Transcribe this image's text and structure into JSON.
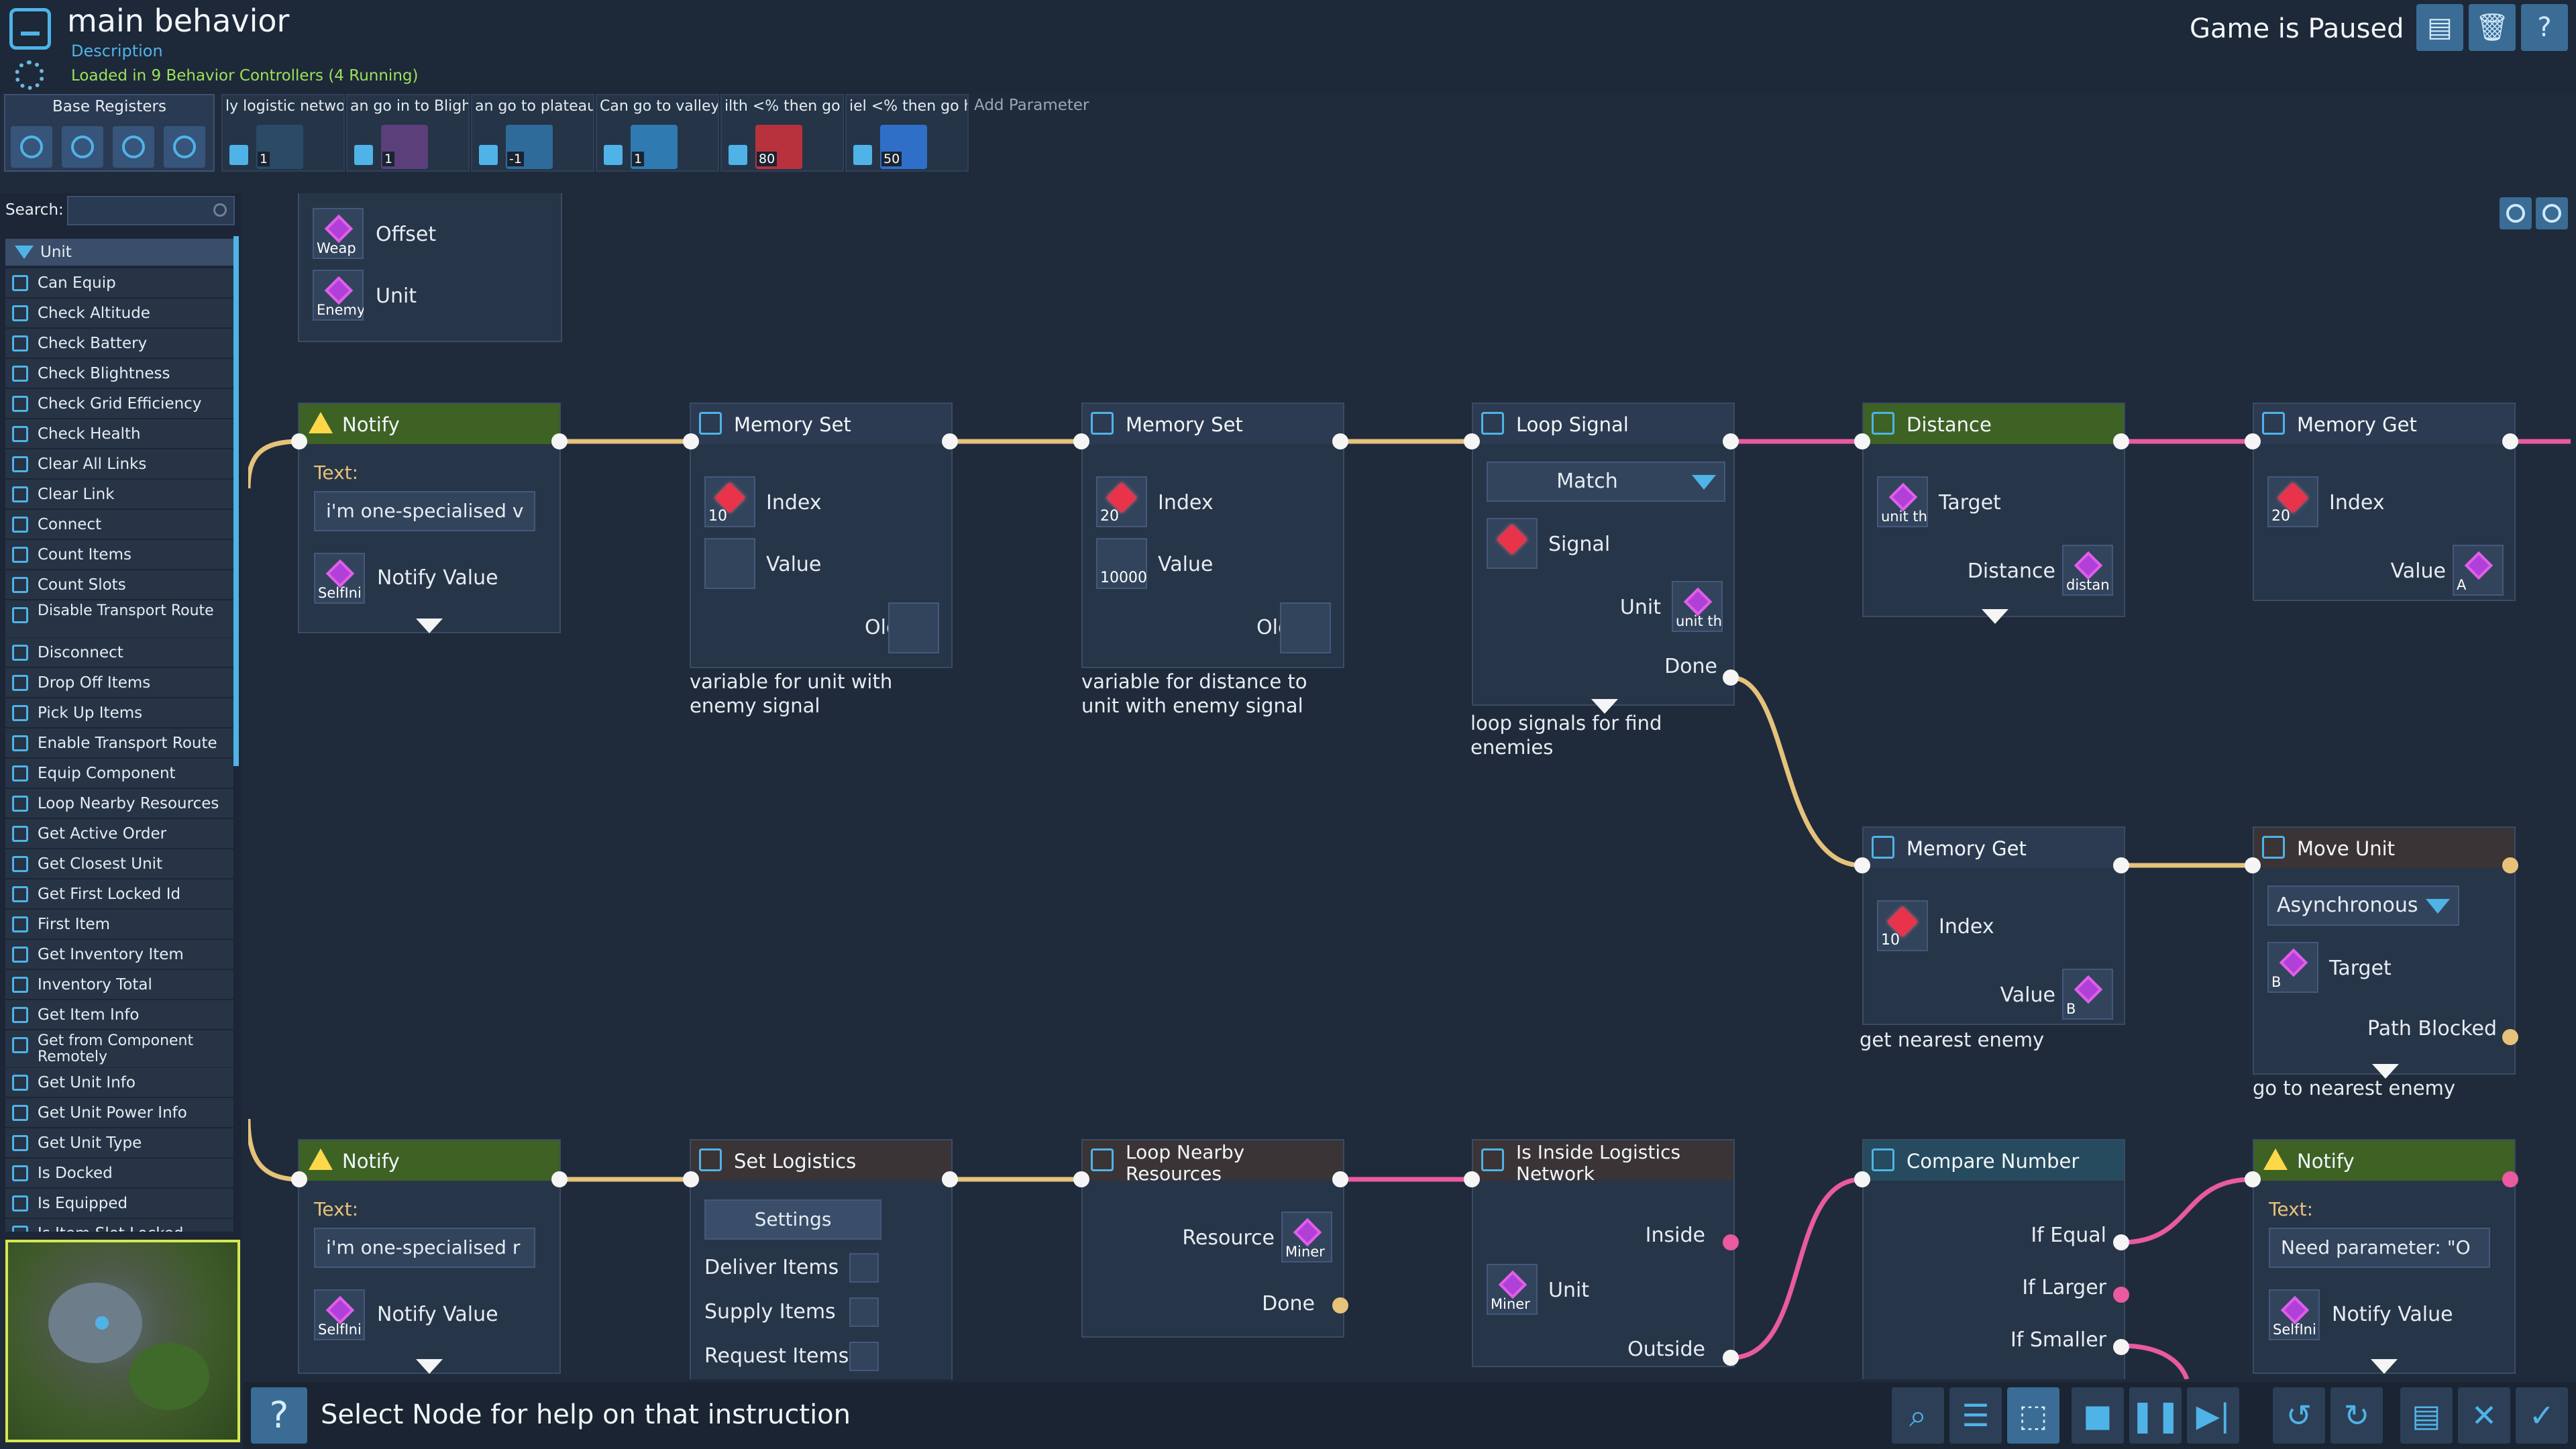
{
  "header": {
    "title": "main behavior",
    "description": "Description",
    "loaded_status": "Loaded in 9 Behavior Controllers (4 Running)",
    "game_status": "Game is Paused"
  },
  "registers": {
    "base_label": "Base Registers",
    "params": [
      {
        "label": "ly logistic netwo",
        "num": "1",
        "color": "#2a4a66"
      },
      {
        "label": "an go in to Bligh",
        "num": "1",
        "color": "#5a3f7a"
      },
      {
        "label": "an go to plateau",
        "num": "-1",
        "color": "#2f6b9a"
      },
      {
        "label": "Can go to valley?",
        "num": "1",
        "color": "#2f7ab0"
      },
      {
        "label": "ilth <% then go t",
        "num": "80",
        "color": "#b8323e"
      },
      {
        "label": "iel <% then go h",
        "num": "50",
        "color": "#2f6fc8"
      }
    ],
    "add_label": "Add Parameter"
  },
  "sidebar": {
    "search_label": "Search:",
    "search_value": "",
    "category": "Unit",
    "items": [
      "Can Equip",
      "Check Altitude",
      "Check Battery",
      "Check Blightness",
      "Check Grid Efficiency",
      "Check Health",
      "Clear All Links",
      "Clear Link",
      "Connect",
      "Count Items",
      "Count Slots",
      "Disable Transport Route",
      "Disconnect",
      "Drop Off Items",
      "Pick Up Items",
      "Enable Transport Route",
      "Equip Component",
      "Loop Nearby Resources",
      "Get Active Order",
      "Get Closest Unit",
      "Get First Locked Id",
      "First Item",
      "Get Inventory Item",
      "Inventory Total",
      "Get Item Info",
      "Get from Component Remotely",
      "Get Unit Info",
      "Get Unit Power Info",
      "Get Unit Type",
      "Is Docked",
      "Is Equipped",
      "Is Item Slot Locked"
    ]
  },
  "nodes": {
    "top_panel": {
      "offset": "Offset",
      "offset_tag": "Weap",
      "unit": "Unit",
      "unit_tag": "Enemy"
    },
    "notify1": {
      "title": "Notify",
      "text_label": "Text:",
      "text_value": "i'm one-specialised v",
      "value_label": "Notify Value",
      "value_tag": "SelfIni"
    },
    "memset1": {
      "title": "Memory Set",
      "index": "Index",
      "index_num": "10",
      "value": "Value",
      "old": "Old",
      "comment": "variable for unit with\nenemy signal"
    },
    "memset2": {
      "title": "Memory Set",
      "index": "Index",
      "index_num": "20",
      "value": "Value",
      "value_num": "10000",
      "old": "Old",
      "comment": "variable for distance to\nunit with enemy signal"
    },
    "loopsig": {
      "title": "Loop Signal",
      "mode": "Match",
      "signal": "Signal",
      "unit": "Unit",
      "unit_tag": "unit th",
      "done": "Done",
      "comment": "loop signals for find\nenemies"
    },
    "distance": {
      "title": "Distance",
      "target": "Target",
      "target_tag": "unit th",
      "distance": "Distance",
      "distance_tag": "distan"
    },
    "memget1": {
      "title": "Memory Get",
      "index": "Index",
      "index_num": "20",
      "value": "Value",
      "value_tag": "A"
    },
    "memget2": {
      "title": "Memory Get",
      "index": "Index",
      "index_num": "10",
      "value": "Value",
      "value_tag": "B",
      "comment": "get nearest enemy"
    },
    "moveunit": {
      "title": "Move Unit",
      "mode": "Asynchronous",
      "target": "Target",
      "target_tag": "B",
      "blocked": "Path Blocked",
      "comment": "go to nearest enemy"
    },
    "notify2": {
      "title": "Notify",
      "text_label": "Text:",
      "text_value": "i'm one-specialised r",
      "value_label": "Notify Value",
      "value_tag": "SelfIni"
    },
    "setlog": {
      "title": "Set Logistics",
      "settings": "Settings",
      "deliver": "Deliver Items",
      "supply": "Supply Items",
      "request": "Request Items"
    },
    "loopres": {
      "title": "Loop Nearby Resources",
      "resource": "Resource",
      "resource_tag": "Miner",
      "done": "Done"
    },
    "inside": {
      "title": "Is Inside Logistics Network",
      "inside": "Inside",
      "unit": "Unit",
      "unit_tag": "Miner",
      "outside": "Outside"
    },
    "compare": {
      "title": "Compare Number",
      "equal": "If Equal",
      "larger": "If Larger",
      "smaller": "If Smaller"
    },
    "notify3": {
      "title": "Notify",
      "text_label": "Text:",
      "text_value": "Need parameter: \"O",
      "value_label": "Notify Value",
      "value_tag": "SelfIni"
    }
  },
  "bottombar": {
    "help_text": "Select Node for help on that instruction"
  },
  "colors": {
    "accent": "#4fb3e8",
    "exec_wire": "#e6c27a",
    "signal_wire": "#e95aa0",
    "green_header": "#3e6224"
  }
}
